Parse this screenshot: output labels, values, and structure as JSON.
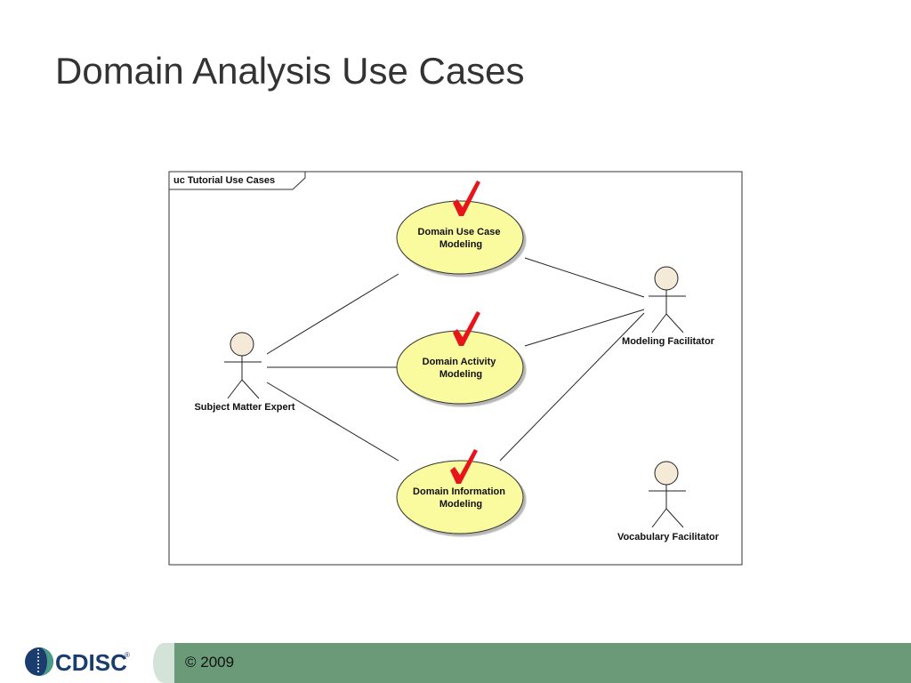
{
  "slide": {
    "title": "Domain Analysis Use Cases",
    "copyright": "© 2009"
  },
  "logo": {
    "text": "CDISC",
    "mark": "®"
  },
  "diagram": {
    "frame_label": "uc Tutorial Use Cases",
    "use_cases": [
      {
        "line1": "Domain Use Case",
        "line2": "Modeling"
      },
      {
        "line1": "Domain Activity",
        "line2": "Modeling"
      },
      {
        "line1": "Domain Information",
        "line2": "Modeling"
      }
    ],
    "actors": [
      {
        "name": "Subject Matter Expert"
      },
      {
        "name": "Modeling Facilitator"
      },
      {
        "name": "Vocabulary Facilitator"
      }
    ]
  },
  "colors": {
    "ellipse_fill": "#fafa9e",
    "actor_head": "#f5ead8",
    "check_mark": "#e8141c",
    "footer_green": "#6a9a78",
    "logo_blue": "#1a3c6e"
  }
}
